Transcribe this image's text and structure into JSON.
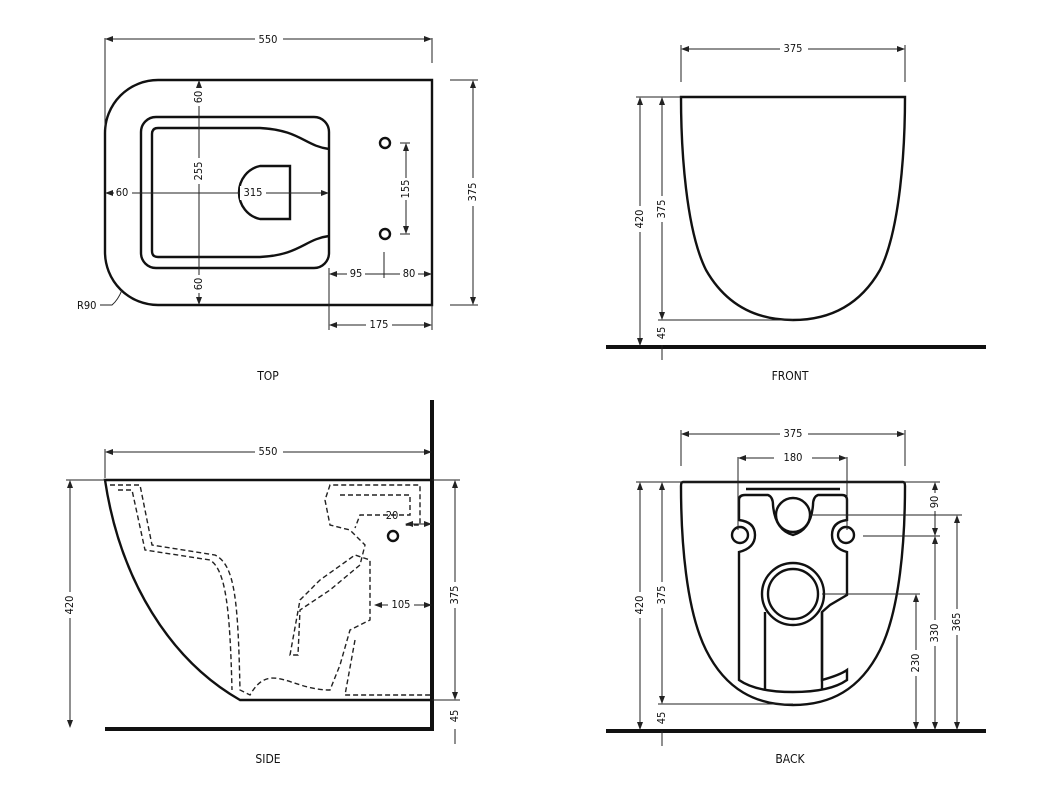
{
  "views": {
    "top": {
      "label": "TOP",
      "dims": {
        "width": "550",
        "depth": "375",
        "rim_left": "60",
        "bowl_length": "315",
        "bowl_width": "255",
        "rim_top": "60",
        "rim_bottom": "60",
        "hole_spacing": "155",
        "to_holes": "95",
        "holes_to_back": "80",
        "rear_flat": "175",
        "radius": "R90"
      }
    },
    "front": {
      "label": "FRONT",
      "dims": {
        "width": "375",
        "height": "420",
        "body_height": "375",
        "floor_gap": "45"
      }
    },
    "side": {
      "label": "SIDE",
      "dims": {
        "length": "550",
        "height": "420",
        "body_height": "375",
        "floor_gap": "45",
        "inlet_offset": "20",
        "outlet_offset": "105"
      }
    },
    "back": {
      "label": "BACK",
      "dims": {
        "width": "375",
        "bolt_spacing": "180",
        "height": "420",
        "body_height": "375",
        "floor_gap": "45",
        "top_to_bolts": "90",
        "bolt_height": "330",
        "inlet_height": "365",
        "outlet_height": "230"
      }
    }
  }
}
